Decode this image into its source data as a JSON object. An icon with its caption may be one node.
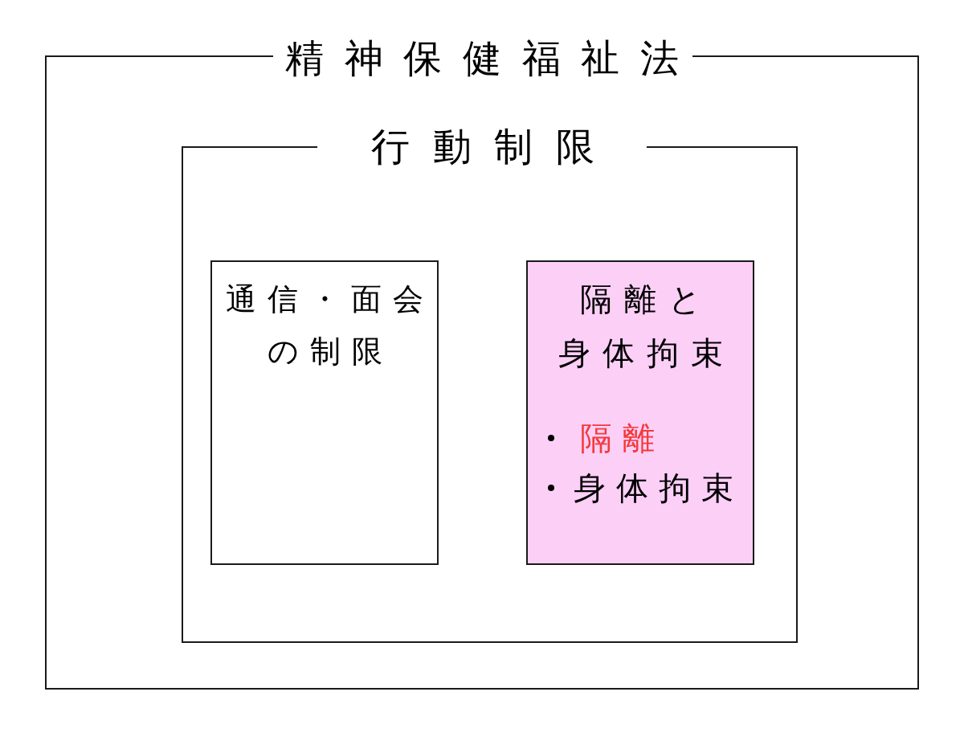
{
  "diagram": {
    "nodes": [
      {
        "text": [
          "精神保健福祉法"
        ]
      },
      {
        "text": [
          "行動制限"
        ],
        "in": 0
      },
      {
        "text": [
          "通信・面会の制限"
        ],
        "in": 1
      },
      {
        "text": [
          "隔離と身体拘束",
          "隔離",
          "身体拘束"
        ],
        "in": 1
      }
    ]
  }
}
